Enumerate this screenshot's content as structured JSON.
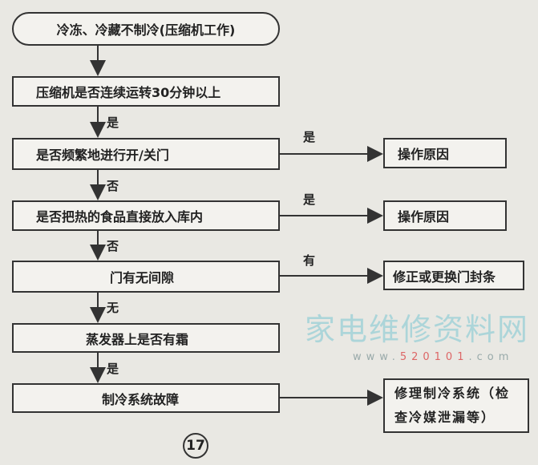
{
  "start": "冷冻、冷藏不制冷(压缩机工作)",
  "steps": [
    "压缩机是否连续运转30分钟以上",
    "是否频繁地进行开/关门",
    "是否把热的食品直接放入库内",
    "门有无间隙",
    "蒸发器上是否有霜",
    "制冷系统故障"
  ],
  "down_labels": [
    "是",
    "否",
    "否",
    "无",
    "是"
  ],
  "side_labels": [
    "是",
    "是",
    "有"
  ],
  "outcomes": [
    "操作原因",
    "操作原因",
    "修正或更换门封条",
    "修理制冷系统（检查冷媒泄漏等）"
  ],
  "figure_number": "17",
  "watermark": {
    "text": "家电维修资料网",
    "url_pre": "www.",
    "url_num": "520101",
    ".com": ".com"
  }
}
